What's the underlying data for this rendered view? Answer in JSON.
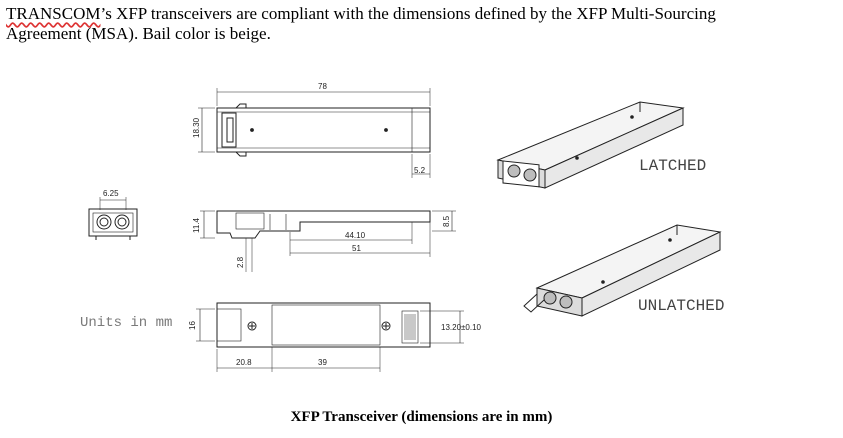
{
  "intro": {
    "brand": "TRANSCOM",
    "line1_rest": "’s XFP transceivers are compliant with the dimensions defined by the XFP Multi-Sourcing",
    "line2": "Agreement (MSA). Bail color is beige."
  },
  "units_label": "Units in mm",
  "states": {
    "latched": "LATCHED",
    "unlatched": "UNLATCHED"
  },
  "dimensions": {
    "top_length": "78",
    "top_height": "18.30",
    "top_bail": "5.2",
    "front_width": "6.25",
    "side_height": "11.4",
    "side_len1": "44.10",
    "side_len2": "51",
    "side_right": "8.5",
    "side_bottom": "2.8",
    "bottom_height": "16",
    "bottom_len1": "20.8",
    "bottom_len2": "39",
    "bottom_width": "13.20±0.10"
  },
  "caption": "XFP Transceiver (dimensions are in mm)"
}
